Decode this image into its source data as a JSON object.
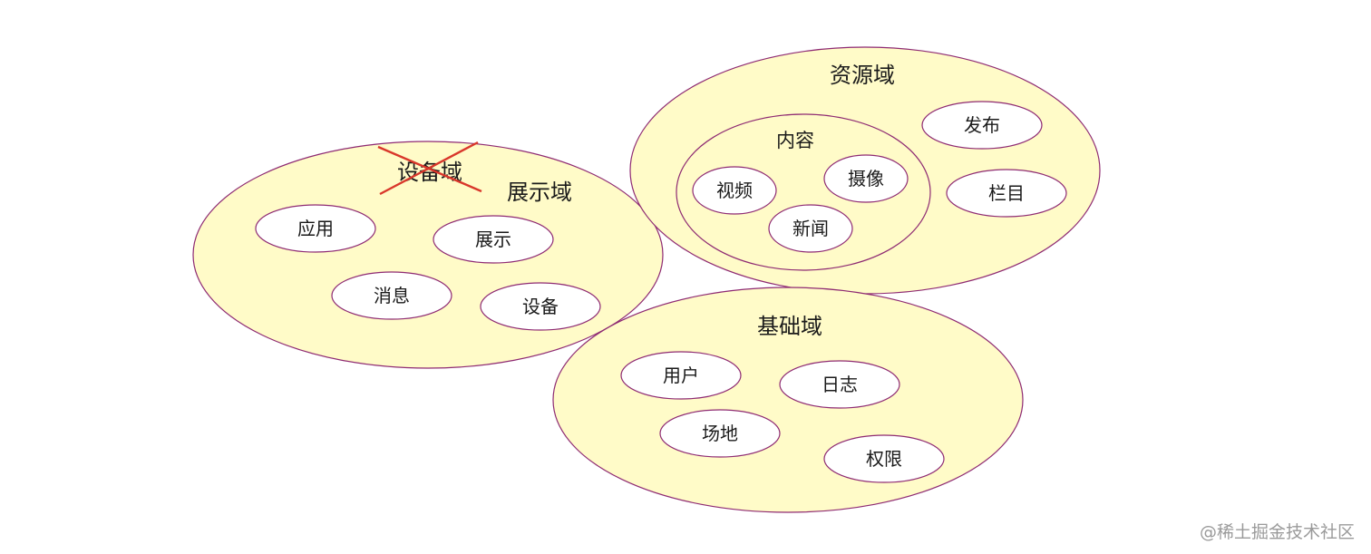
{
  "diagram": {
    "colors": {
      "domain_fill": "#fffbc8",
      "outline": "#8e2a72",
      "node_fill": "#ffffff",
      "strike": "#d9372b"
    },
    "domains": {
      "display": {
        "title": "展示域",
        "struck_title": "设备域",
        "nodes": [
          "应用",
          "展示",
          "消息",
          "设备"
        ]
      },
      "resource": {
        "title": "资源域",
        "sub_group": {
          "title": "内容",
          "nodes": [
            "视频",
            "摄像",
            "新闻"
          ]
        },
        "nodes": [
          "发布",
          "栏目"
        ]
      },
      "foundation": {
        "title": "基础域",
        "nodes": [
          "用户",
          "日志",
          "场地",
          "权限"
        ]
      }
    }
  },
  "watermark": "@稀土掘金技术社区"
}
